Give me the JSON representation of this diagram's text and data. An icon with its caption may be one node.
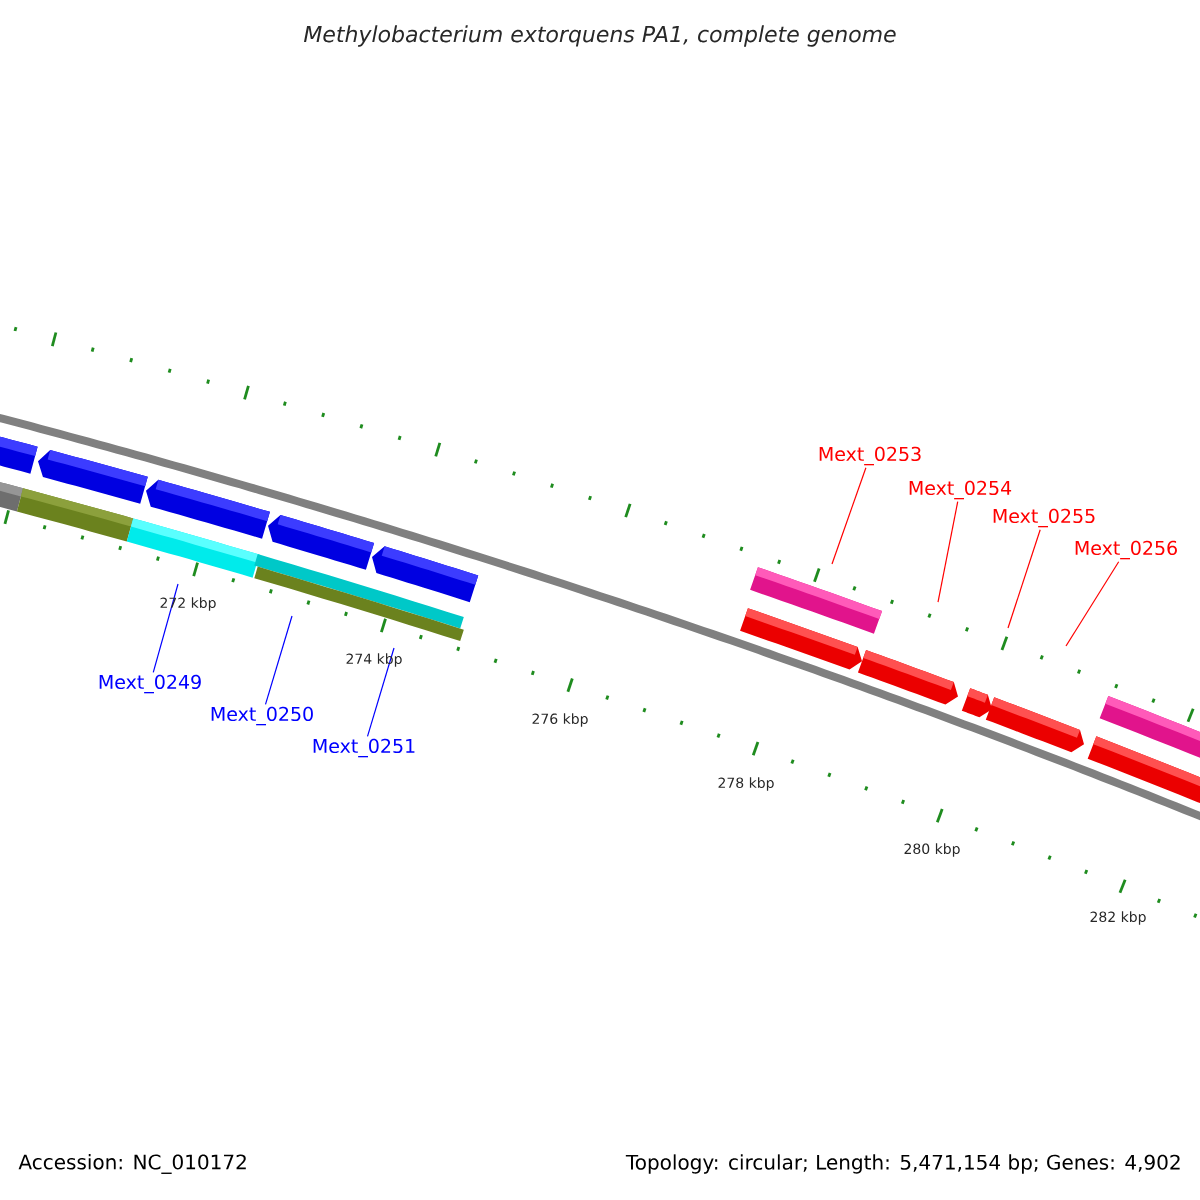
{
  "diagram": {
    "title": "Methylobacterium extorquens PA1, complete genome",
    "nodes": [
      {
        "text": [
          "Mext_0249"
        ]
      },
      {
        "text": [
          "Mext_0250"
        ]
      },
      {
        "text": [
          "Mext_0251"
        ]
      },
      {
        "text": [
          "Mext_0253"
        ]
      },
      {
        "text": [
          "Mext_0254"
        ]
      },
      {
        "text": [
          "Mext_0255"
        ]
      },
      {
        "text": [
          "Mext_0256"
        ]
      },
      {
        "text": [],
        "shape": "bar"
      },
      {
        "text": [],
        "shape": "bar"
      },
      {
        "text": [],
        "shape": "bar"
      }
    ],
    "edges": [
      {
        "from": 0,
        "to": 7,
        "arrow": "none",
        "color": "#0000ff"
      },
      {
        "from": 1,
        "to": null,
        "arrow": "none",
        "color": "#0000ff"
      },
      {
        "from": 2,
        "to": 8,
        "arrow": "none",
        "color": "#0000ff"
      },
      {
        "from": 3,
        "to": 9,
        "arrow": "none"
      },
      {
        "from": 4,
        "to": null,
        "arrow": "none"
      },
      {
        "from": 5,
        "to": null,
        "arrow": "none"
      },
      {
        "from": 6,
        "to": null,
        "arrow": "none"
      }
    ],
    "labels": [
      "272 kbp",
      "274 kbp",
      "276 kbp",
      "278 kbp",
      "280 kbp",
      "282 kbp",
      "Accession: NC_010172",
      "Topology: circular; Length: 5,471,154 bp; Genes: 4,902"
    ]
  }
}
